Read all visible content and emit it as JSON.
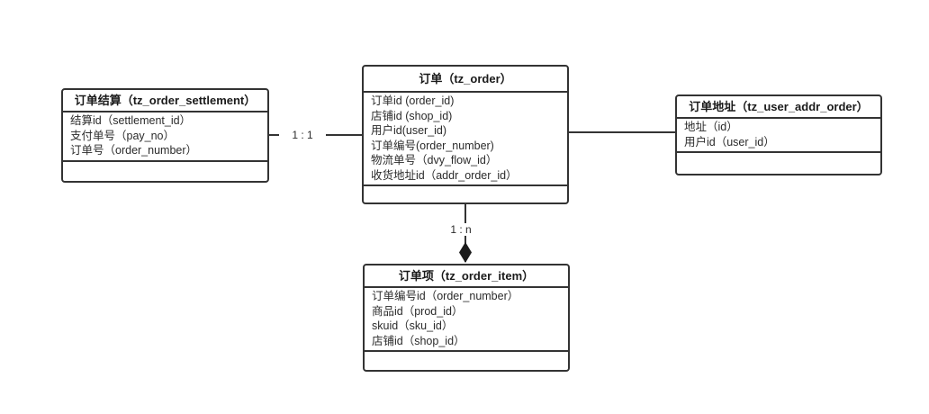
{
  "diagram": {
    "type": "er-diagram",
    "colors": {
      "line": "#333333",
      "text": "#2b2b2b",
      "background": "#ffffff"
    },
    "entities": [
      {
        "id": "tz_order_settlement",
        "title": "订单结算（tz_order_settlement）",
        "fields": [
          "结算id（settlement_id）",
          "支付单号（pay_no）",
          "订单号（order_number）"
        ]
      },
      {
        "id": "tz_order",
        "title": "订单（tz_order）",
        "fields": [
          "订单id (order_id)",
          "店铺id (shop_id)",
          "用户id(user_id)",
          "订单编号(order_number)",
          "物流单号（dvy_flow_id）",
          "收货地址id（addr_order_id）"
        ]
      },
      {
        "id": "tz_user_addr_order",
        "title": "订单地址（tz_user_addr_order）",
        "fields": [
          "地址（id）",
          "用户id（user_id）"
        ]
      },
      {
        "id": "tz_order_item",
        "title": "订单项（tz_order_item）",
        "fields": [
          "订单编号id（order_number）",
          "商品id（prod_id）",
          "skuid（sku_id）",
          "店铺id（shop_id）"
        ]
      }
    ],
    "relationships": [
      {
        "from": "tz_order_settlement",
        "to": "tz_order",
        "label": "1 : 1",
        "marker": "none"
      },
      {
        "from": "tz_order",
        "to": "tz_user_addr_order",
        "label": "",
        "marker": "none"
      },
      {
        "from": "tz_order",
        "to": "tz_order_item",
        "label": "1 : n",
        "marker": "filled-diamond"
      }
    ]
  }
}
